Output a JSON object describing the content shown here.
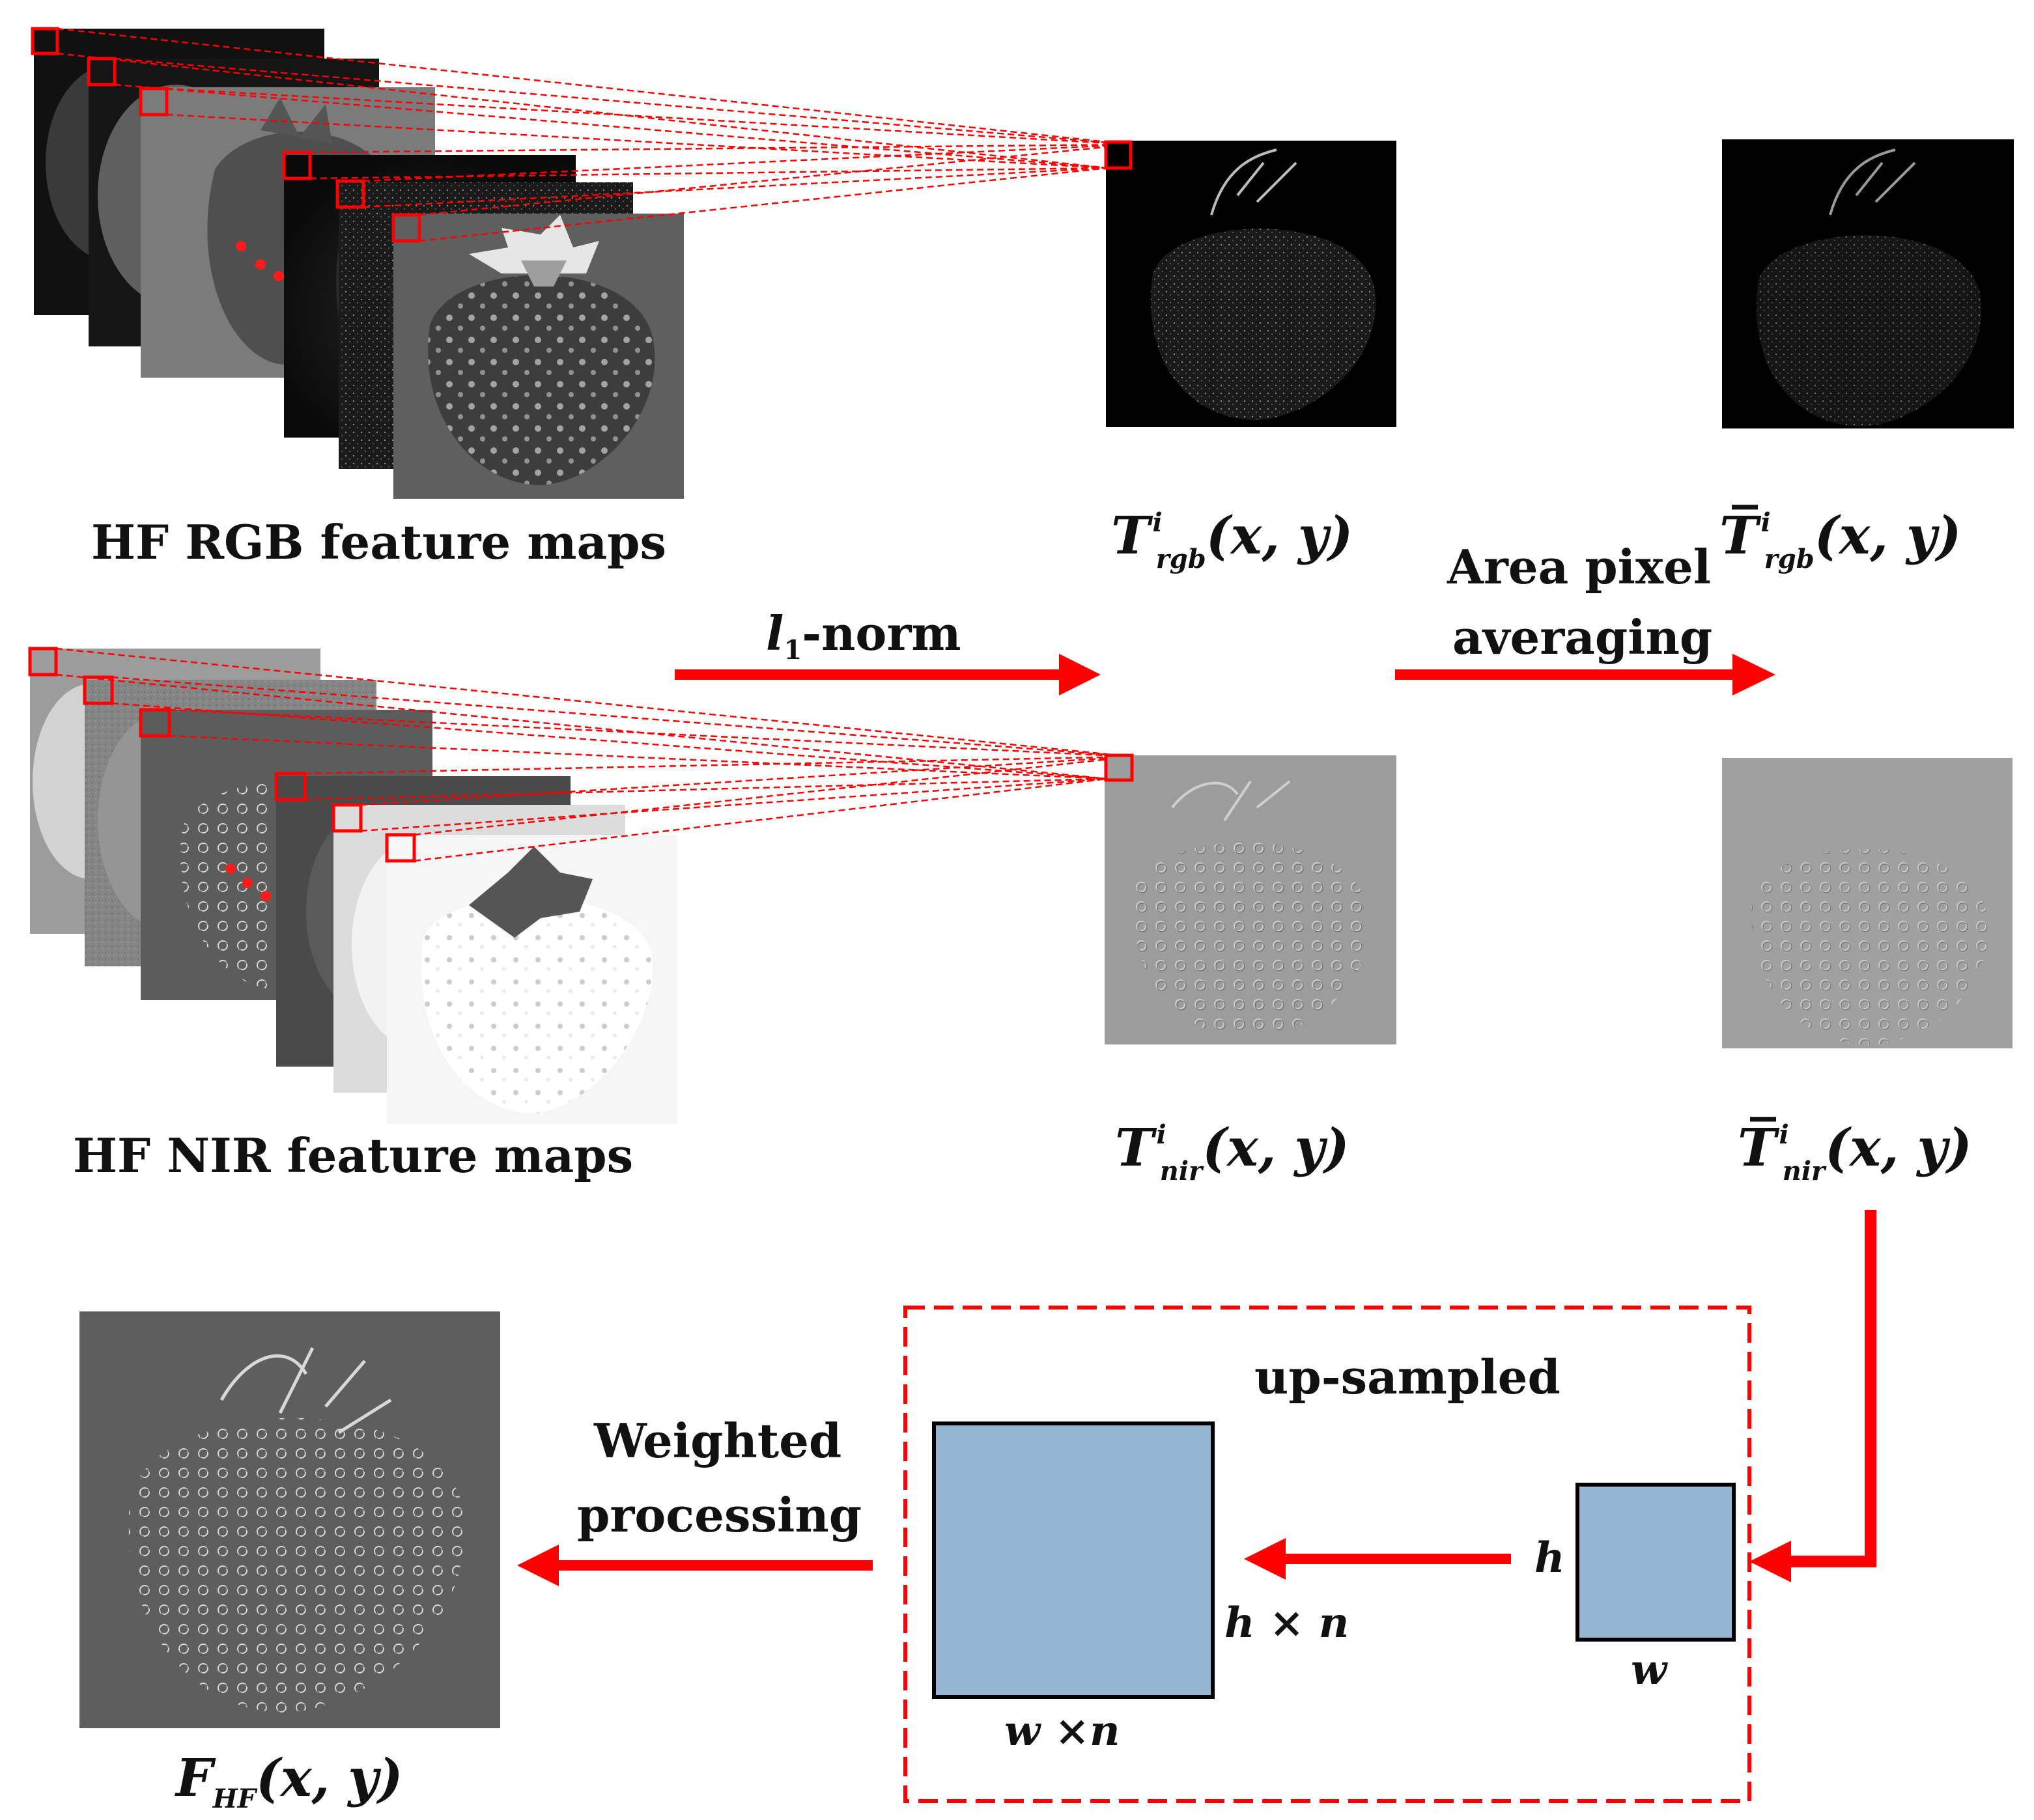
{
  "colors": {
    "accent": "#ff0000",
    "box_fill": "#95b6d3",
    "box_stroke": "#000000"
  },
  "labels": {
    "rgb_maps": "HF RGB feature maps",
    "nir_maps": "HF NIR feature maps",
    "l1_norm_base": "l",
    "l1_norm_sub": "1",
    "l1_norm_suffix": "-norm",
    "area_avg_line1": "Area pixel",
    "area_avg_line2": "averaging",
    "t_rgb": "T",
    "t_rgb_sup": "i",
    "t_rgb_sub": "rgb",
    "t_rgb_args": "(x, y)",
    "tbar_rgb": "T̅",
    "tbar_rgb_sup": "i",
    "tbar_rgb_sub": "rgb",
    "tbar_rgb_args": "(x, y)",
    "t_nir": "T",
    "t_nir_sup": "i",
    "t_nir_sub": "nir",
    "t_nir_args": "(x, y)",
    "tbar_nir": "T̅",
    "tbar_nir_sup": "i",
    "tbar_nir_sub": "nir",
    "tbar_nir_args": "(x, y)",
    "upsampled": "up-sampled",
    "weighted_line1": "Weighted",
    "weighted_line2": "processing",
    "h": "h",
    "w": "w",
    "h_n": "h × n",
    "w_n": "w ×n",
    "f_hf": "F",
    "f_hf_sub": "HF",
    "f_hf_args": "(x, y)"
  },
  "icons": {
    "feature_map": "strawberry-feature-map",
    "arrow": "red-arrow"
  }
}
